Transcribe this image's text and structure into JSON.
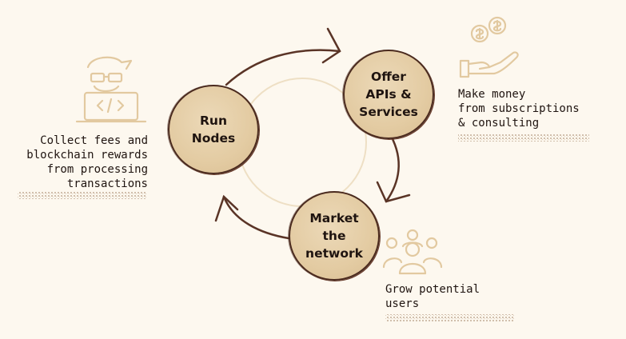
{
  "nodes": {
    "run": "Run\nNodes",
    "offer": "Offer\nAPIs &\nServices",
    "market": "Market\nthe\nnetwork"
  },
  "captions": {
    "fees": "Collect fees and\nblockchain rewards\nfrom processing\ntransactions",
    "money": "Make money\nfrom subscriptions\n& consulting",
    "users": "Grow potential\nusers"
  },
  "icons": {
    "developer": "developer-icon",
    "money": "money-hand-icon",
    "people": "people-group-icon"
  },
  "colors": {
    "background": "#fdf8ef",
    "node_fill": "#e3cba2",
    "arrow": "#5a3426",
    "icon_line": "#e2c9a0"
  }
}
